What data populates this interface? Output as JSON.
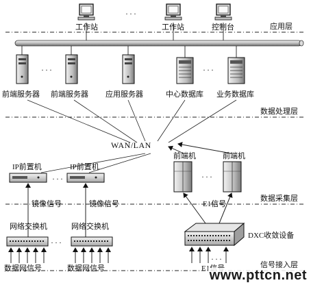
{
  "layers": {
    "application": "应用层",
    "data_processing": "数据处理层",
    "data_collection": "数据采集层",
    "signal_access": "信号接入层"
  },
  "application_layer": {
    "workstation_1": "工作站",
    "workstation_2": "工作站",
    "console": "控制台",
    "ellipsis": "···"
  },
  "processing_layer": {
    "frontend_server_1": "前端服务器",
    "frontend_server_2": "前端服务器",
    "app_server": "应用服务器",
    "center_db": "中心数据库",
    "business_db": "业务数据库",
    "ellipsis_left": "···",
    "ellipsis_right": "···"
  },
  "network": {
    "label": "WAN/LAN"
  },
  "collection_layer": {
    "ip_front_1": "IP前置机",
    "ip_front_2": "IP前置机",
    "ip_ellipsis": "···",
    "front_machine_1": "前端机",
    "front_machine_2": "前端机",
    "front_ellipsis": "···",
    "mirror_signal_1": "镜像信号",
    "mirror_signal_2": "镜像信号",
    "e1_signal": "E1信号"
  },
  "access_layer": {
    "switch_1": "网络交换机",
    "switch_2": "网络交换机",
    "switch_ellipsis": "···",
    "dxc": "DXC收敛设备",
    "data_signal_1": "数据网信号",
    "data_signal_2": "数据网信号",
    "e1_signal": "E1信号",
    "e1_ellipsis": "···"
  },
  "watermark": "www.pttcn.net"
}
